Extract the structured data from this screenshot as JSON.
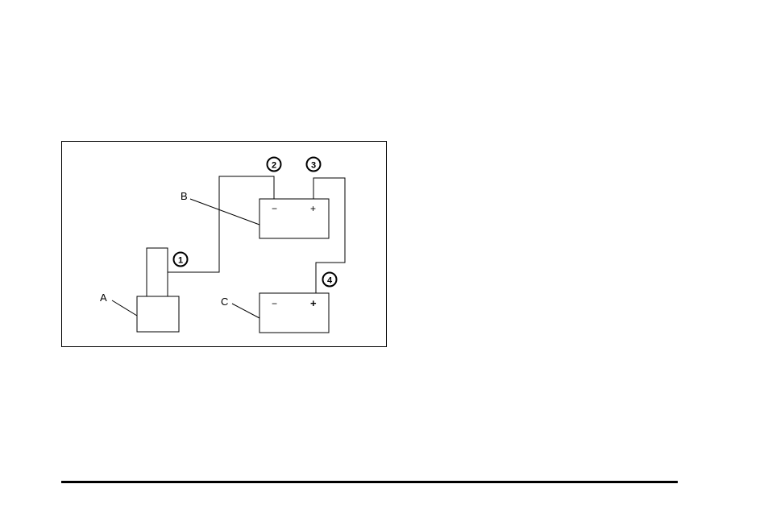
{
  "diagram": {
    "components": {
      "a": {
        "label": "A"
      },
      "b": {
        "label": "B",
        "negative_sign": "−",
        "positive_sign": "+"
      },
      "c": {
        "label": "C",
        "negative_sign": "−",
        "positive_sign": "+"
      }
    },
    "callouts": [
      "1",
      "2",
      "3",
      "4"
    ]
  },
  "colors": {
    "line": "#000000",
    "background": "#ffffff"
  }
}
